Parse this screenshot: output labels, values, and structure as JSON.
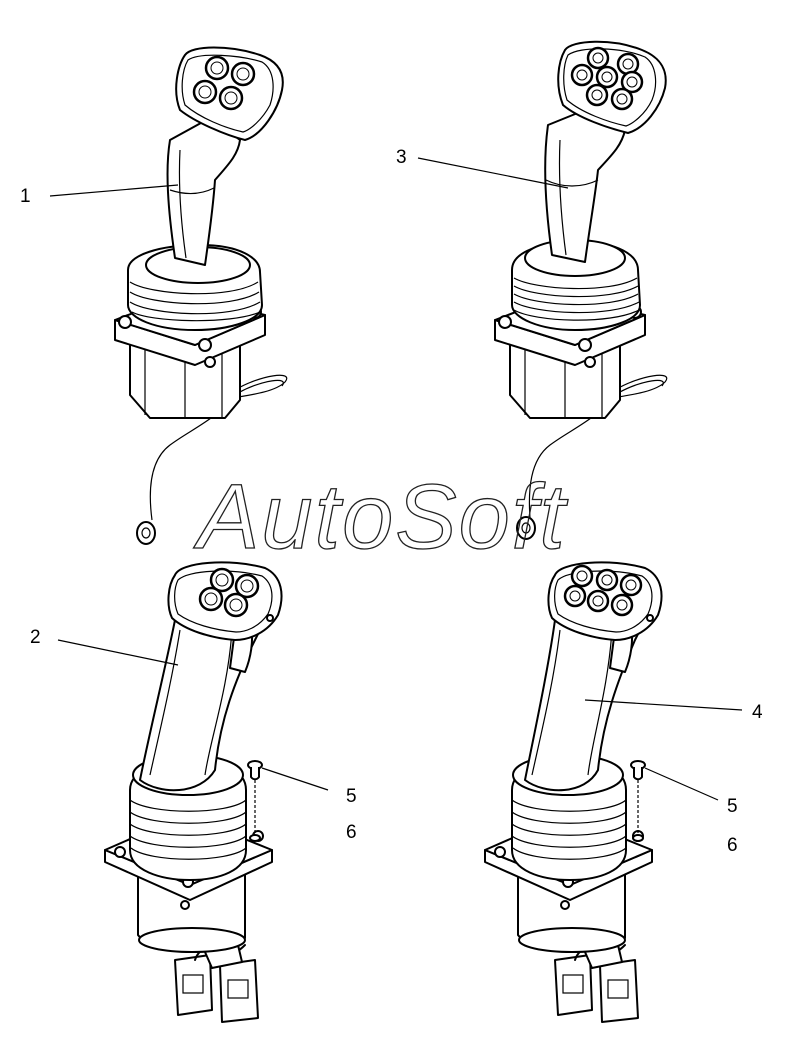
{
  "watermark": "AutoSoft",
  "callouts": {
    "c1": "1",
    "c2": "2",
    "c3": "3",
    "c4": "4",
    "c5a": "5",
    "c6a": "6",
    "c5b": "5",
    "c6b": "6"
  },
  "colors": {
    "line": "#000000",
    "background": "#ffffff"
  }
}
